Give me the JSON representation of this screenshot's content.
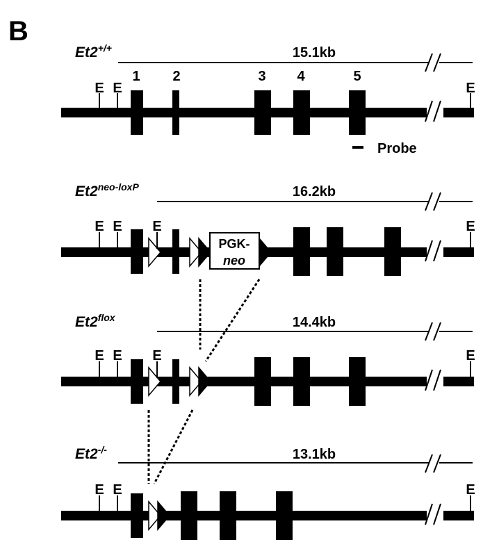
{
  "panel_label": "B",
  "alleles": [
    {
      "name_base": "Et2",
      "name_super": "+/+",
      "fragment_size": "15.1kb",
      "exon_numbers": [
        "1",
        "2",
        "3",
        "4",
        "5"
      ],
      "site_labels": [
        "E",
        "E",
        "E"
      ],
      "probe_label": "Probe"
    },
    {
      "name_base": "Et2",
      "name_super": "neo-loxP",
      "fragment_size": "16.2kb",
      "site_labels": [
        "E",
        "E",
        "E",
        "E"
      ],
      "cassette_line1": "PGK-",
      "cassette_line2": "neo"
    },
    {
      "name_base": "Et2",
      "name_super": "flox",
      "fragment_size": "14.4kb",
      "site_labels": [
        "E",
        "E",
        "E",
        "E"
      ]
    },
    {
      "name_base": "Et2",
      "name_super": "-/-",
      "fragment_size": "13.1kb",
      "site_labels": [
        "E",
        "E",
        "E"
      ]
    }
  ]
}
